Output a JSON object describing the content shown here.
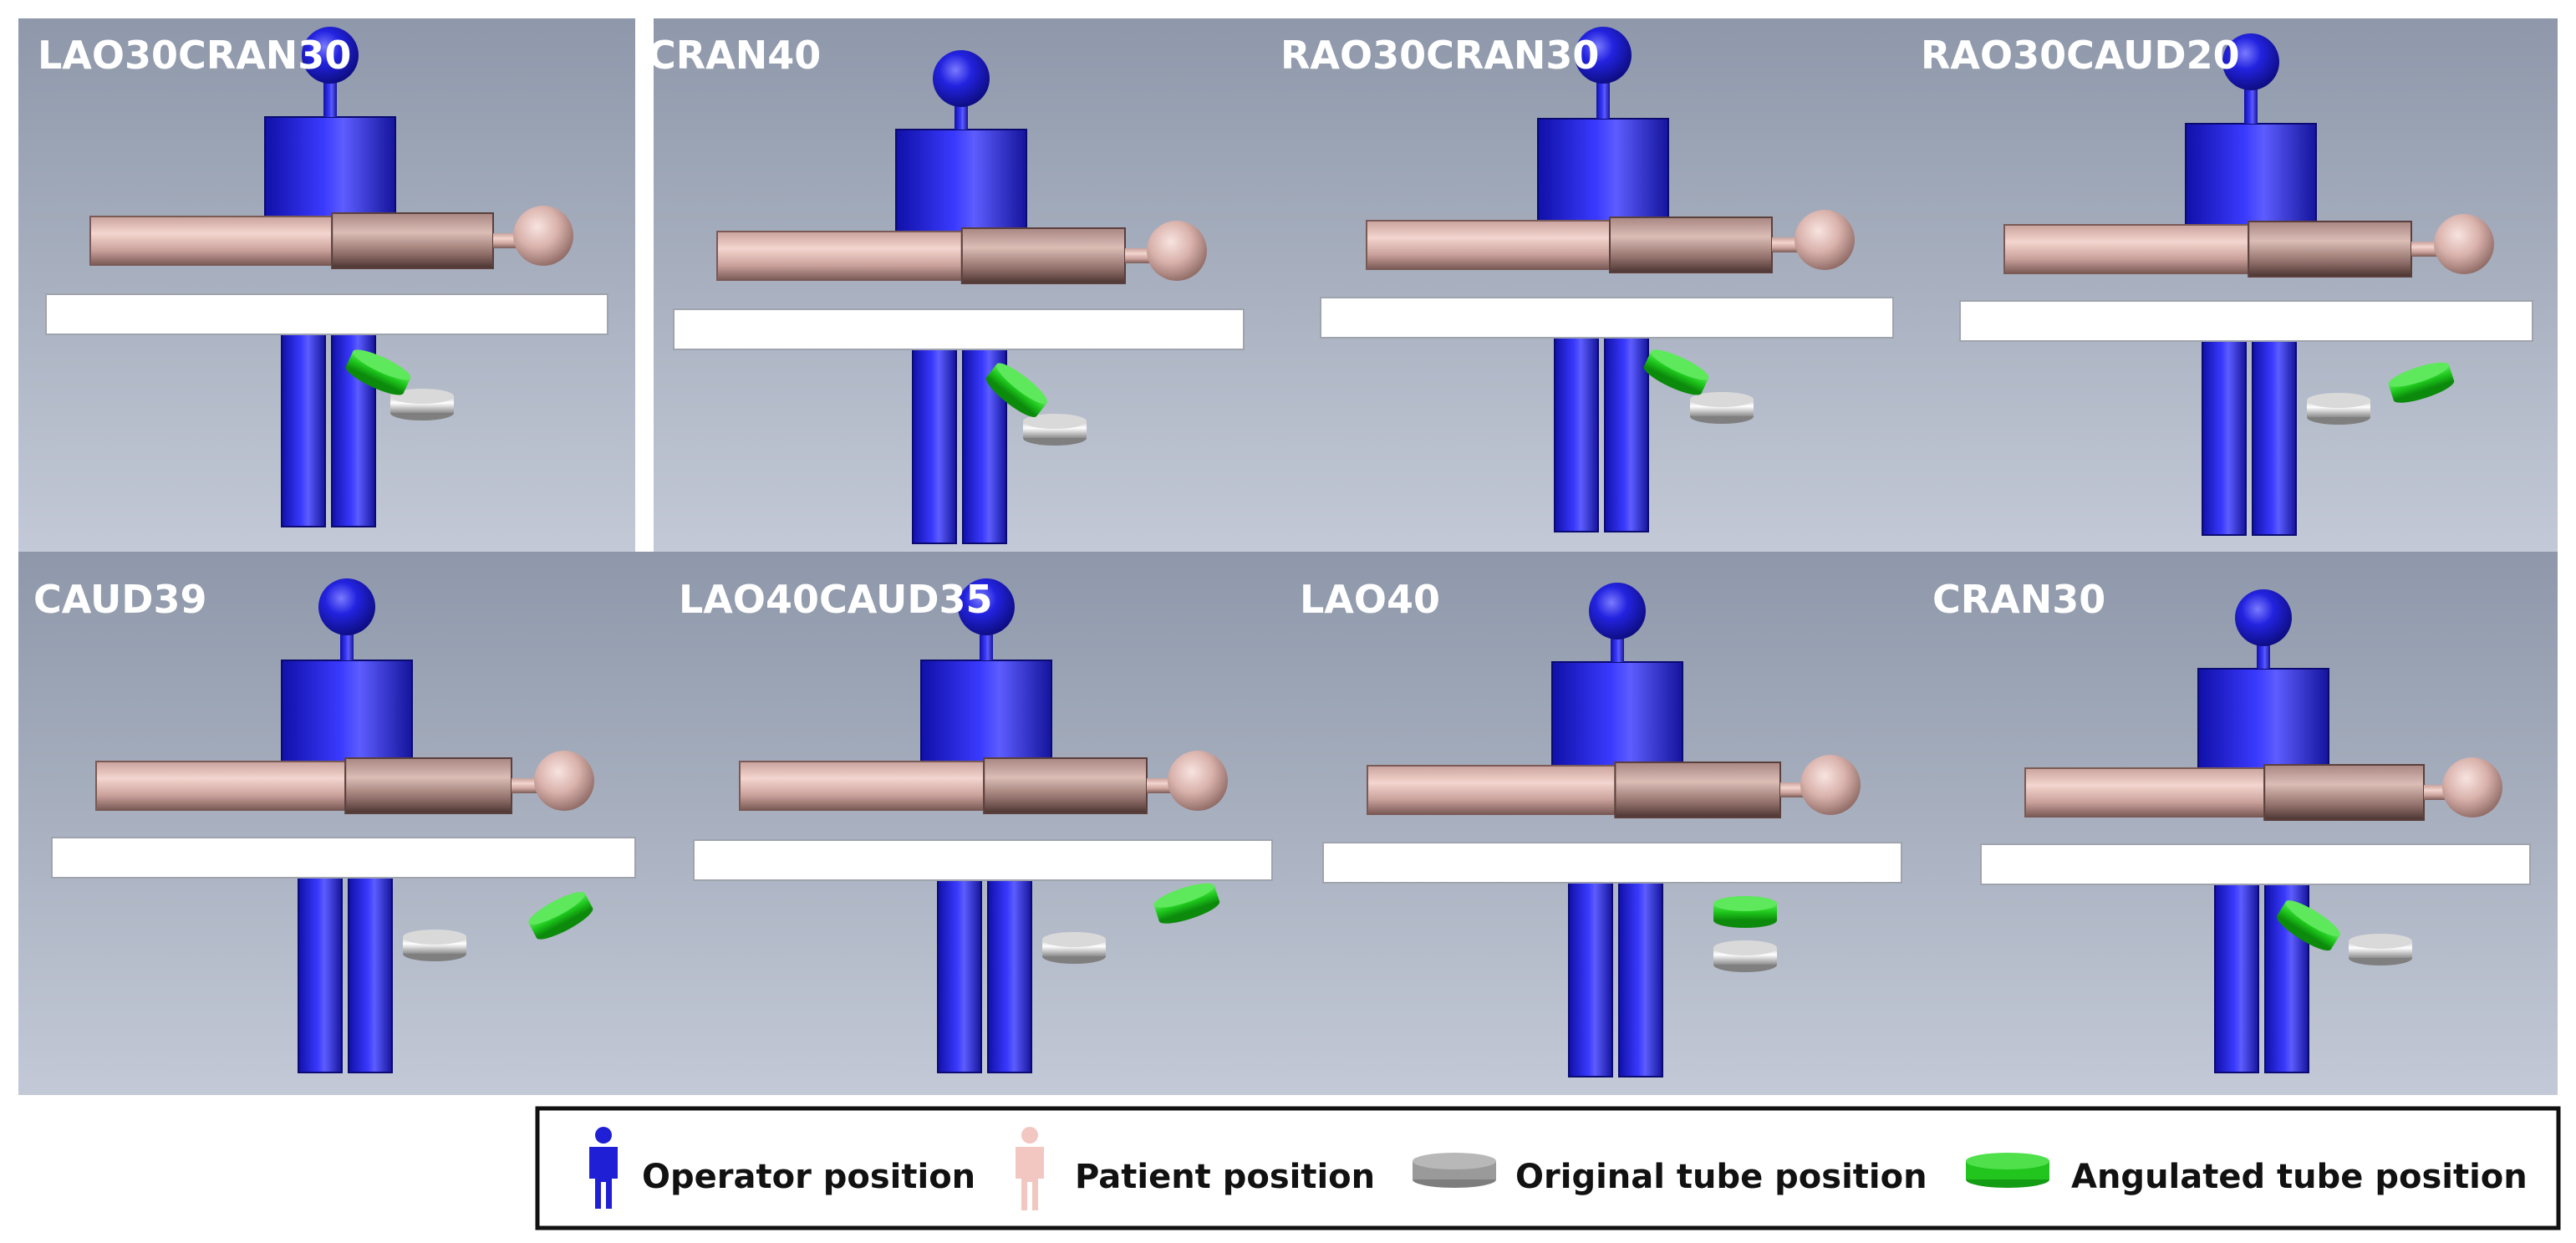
{
  "panels": [
    {
      "label": "LAO30CRAN30",
      "angulated_tube": "left-tilted"
    },
    {
      "label": "CRAN40",
      "angulated_tube": "left-tilted"
    },
    {
      "label": "RAO30CRAN30",
      "angulated_tube": "left-tilted"
    },
    {
      "label": "RAO30CAUD20",
      "angulated_tube": "right-tilted"
    },
    {
      "label": "CAUD39",
      "angulated_tube": "right-tilted"
    },
    {
      "label": "LAO40CAUD35",
      "angulated_tube": "right-tilted"
    },
    {
      "label": "LAO40",
      "angulated_tube": "above-original"
    },
    {
      "label": "CRAN30",
      "angulated_tube": "left-tilted"
    }
  ],
  "legend": {
    "items": [
      {
        "label": "Operator position",
        "icon": "operator-person-icon",
        "color": "#1f1fd6"
      },
      {
        "label": "Patient position",
        "icon": "patient-person-icon",
        "color": "#f2c7c2"
      },
      {
        "label": "Original tube position",
        "icon": "gray-tube-icon",
        "color": "#9a9a9a"
      },
      {
        "label": "Angulated tube position",
        "icon": "green-tube-icon",
        "color": "#22c51e"
      }
    ]
  },
  "colors": {
    "operator": "#1f1fd6",
    "patient": "#d9b3ae",
    "table": "#ffffff",
    "original_tube": "#a6a6a6",
    "angulated_tube": "#19c11a",
    "label_text": "#ffffff"
  }
}
